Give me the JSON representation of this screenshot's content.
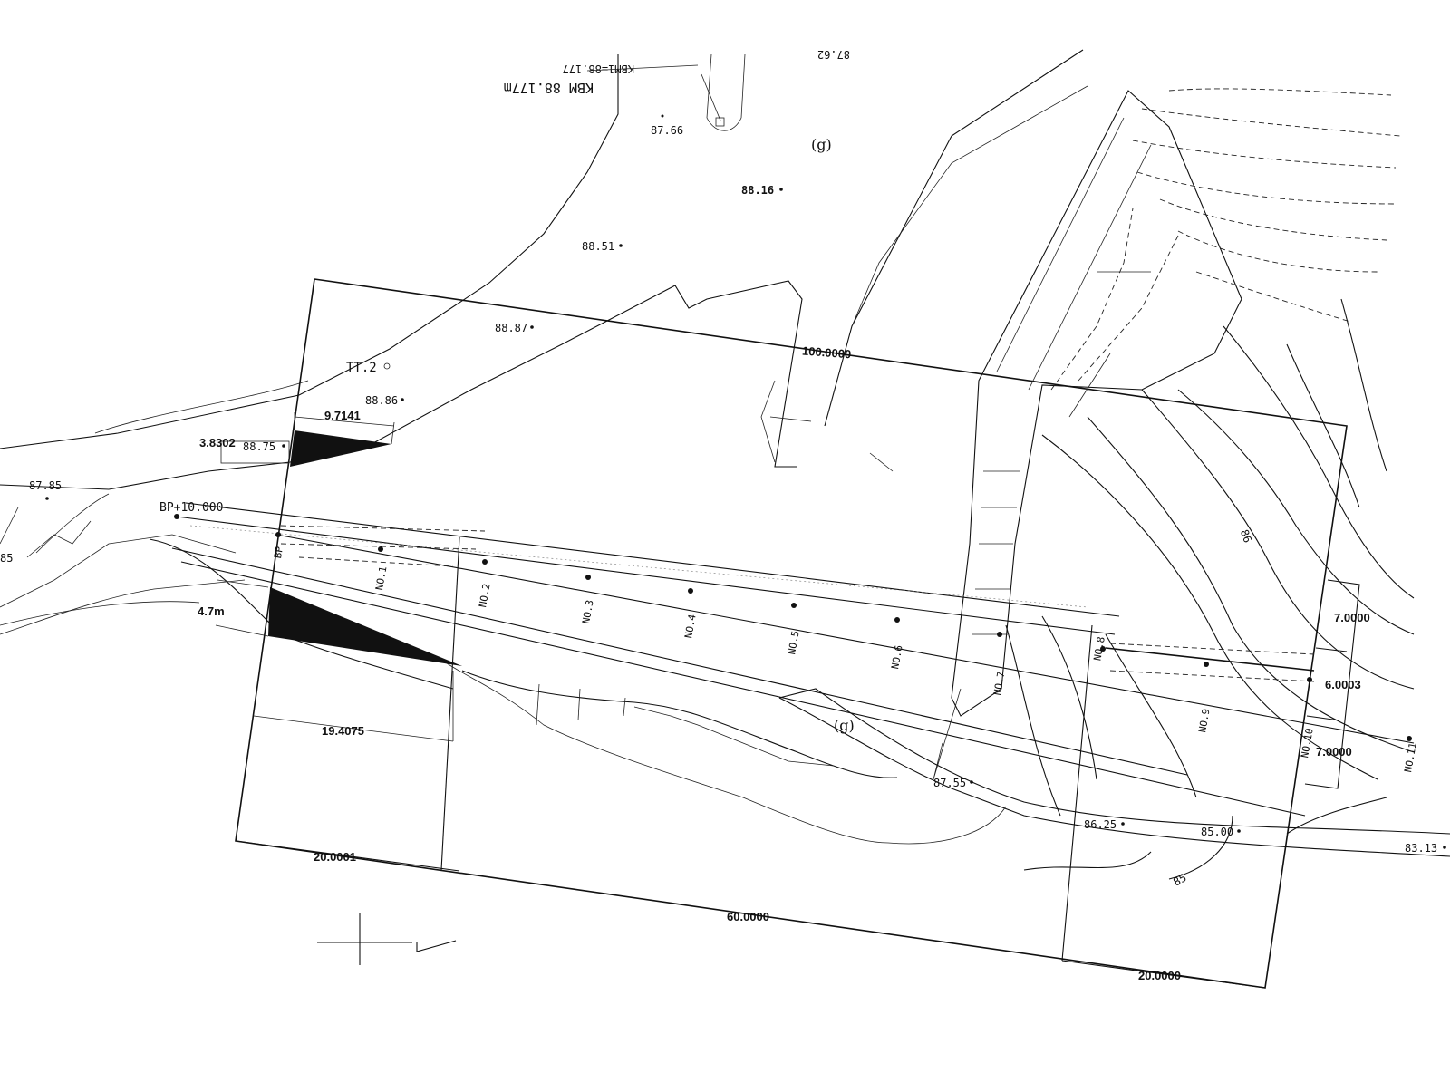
{
  "drawing": {
    "benchmark": {
      "label1": "KBM1=88.177",
      "label2": "KBM 88.177m"
    },
    "traverse_point": "TT.2",
    "start_label": "BP+10.000",
    "vegetation_symbol": "(g)",
    "elevation_points": [
      "87.66",
      "88.16",
      "88.51",
      "88.87",
      "88.86",
      "88.75",
      "87.85",
      "87.55",
      "86.25",
      "85.00",
      "83.13"
    ],
    "contour_labels": [
      "86",
      "85"
    ],
    "stations": [
      "BP",
      "NO.1",
      "NO.2",
      "NO.3",
      "NO.4",
      "NO.5",
      "NO.6",
      "NO.7",
      "NO.8",
      "NO.9",
      "NO.10",
      "NO.11"
    ],
    "dimensions": {
      "d_100": "100.0000",
      "d_9_7": "9.7141",
      "d_3_8": "3.8302",
      "d_4_7": "4.7m",
      "d_19_4": "19.4075",
      "d_20a": "20.0001",
      "d_60": "60.0000",
      "d_20b": "20.0000",
      "d_7a": "7.0000",
      "d_6": "6.0003",
      "d_7b": "7.0000"
    },
    "partial_labels": {
      "top_right": "87.62",
      "left_edge": "85"
    }
  }
}
